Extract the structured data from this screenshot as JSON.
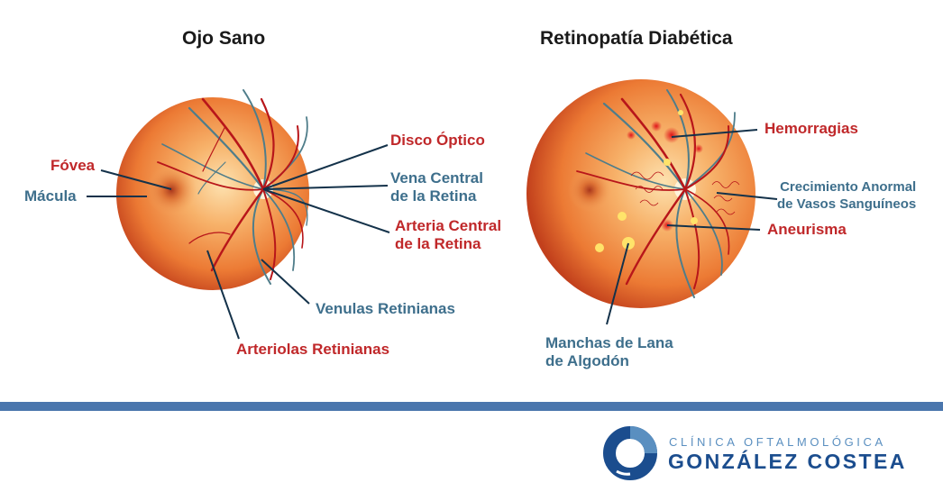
{
  "titles": {
    "healthy": "Ojo Sano",
    "diabetic": "Retinopatía Diabética"
  },
  "healthy_labels": {
    "fovea": "Fóvea",
    "macula": "Mácula",
    "optic_disc": "Disco Óptico",
    "central_vein_l1": "Vena Central",
    "central_vein_l2": "de la Retina",
    "central_artery_l1": "Arteria Central",
    "central_artery_l2": "de la Retina",
    "venules": "Venulas Retinianas",
    "arterioles": "Arteriolas Retinianas"
  },
  "diabetic_labels": {
    "hemorrhages": "Hemorragias",
    "growth_l1": "Crecimiento Anormal",
    "growth_l2": "de Vasos Sanguíneos",
    "aneurysm": "Aneurisma",
    "cotton_l1": "Manchas de Lana",
    "cotton_l2": "de Algodón"
  },
  "logo": {
    "line1": "CLÍNICA OFTALMOLÓGICA",
    "line2": "GONZÁLEZ COSTEA"
  },
  "colors": {
    "label_red": "#c0282a",
    "label_blue": "#3e6f8c",
    "artery": "#b8161a",
    "vein": "#4f7d8a",
    "retina_outer": "#c2401c",
    "retina_mid": "#f08a3c",
    "retina_inner": "#fbd39a",
    "footer_bar": "#4a76ad",
    "logo_dark": "#1b4d8e",
    "logo_light": "#5a8fc0"
  }
}
